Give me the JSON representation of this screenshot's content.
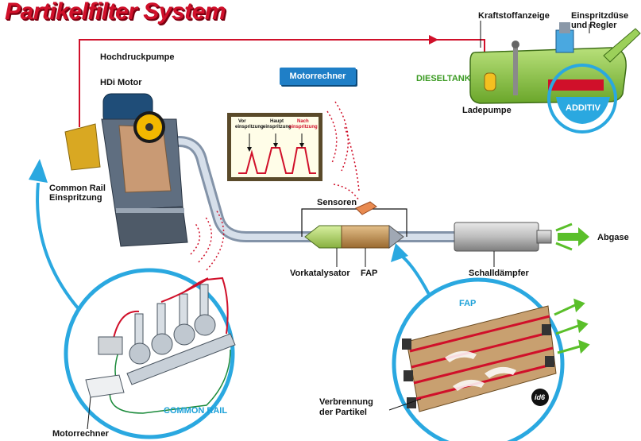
{
  "title": "Partikelfilter System",
  "labels": {
    "hochdruckpumpe": "Hochdruckpumpe",
    "hdi_motor": "HDi Motor",
    "motorrechner_top": "Motorrechner",
    "common_rail_einspritzung_1": "Common Rail",
    "common_rail_einspritzung_2": "Einspritzung",
    "sensoren": "Sensoren",
    "vorkatalysator": "Vorkatalysator",
    "fap": "FAP",
    "schalldaempfer": "Schalldämpfer",
    "abgase": "Abgase",
    "kraftstoffanzeige": "Kraftstoffanzeige",
    "einspritzduese_1": "Einspritzdüse",
    "einspritzduese_2": "und Regler",
    "dieseltank": "DIESELTANK",
    "ladepumpe": "Ladepumpe",
    "additiv": "ADDITIV",
    "fap_detail": "FAP",
    "common_rail": "COMMON RAIL",
    "motorrechner_bottom": "Motorrechner",
    "verbrennung_1": "Verbrennung",
    "verbrennung_2": "der Partikel",
    "logo": "id6"
  },
  "graph": {
    "vor_1": "Vor",
    "vor_2": "einspritzung",
    "haupt_1": "Haupt",
    "haupt_2": "einspritzung",
    "nach_1": "Nach",
    "nach_2": "einspritzung"
  },
  "colors": {
    "title": "#d0102a",
    "accent_blue": "#1f7fc7",
    "circle_blue": "#2aa8e0",
    "tank_green": "#8cc63f",
    "fap_brown": "#b07a3a",
    "pipe": "#b8c4d2",
    "arrow_green": "#5abf2a"
  }
}
